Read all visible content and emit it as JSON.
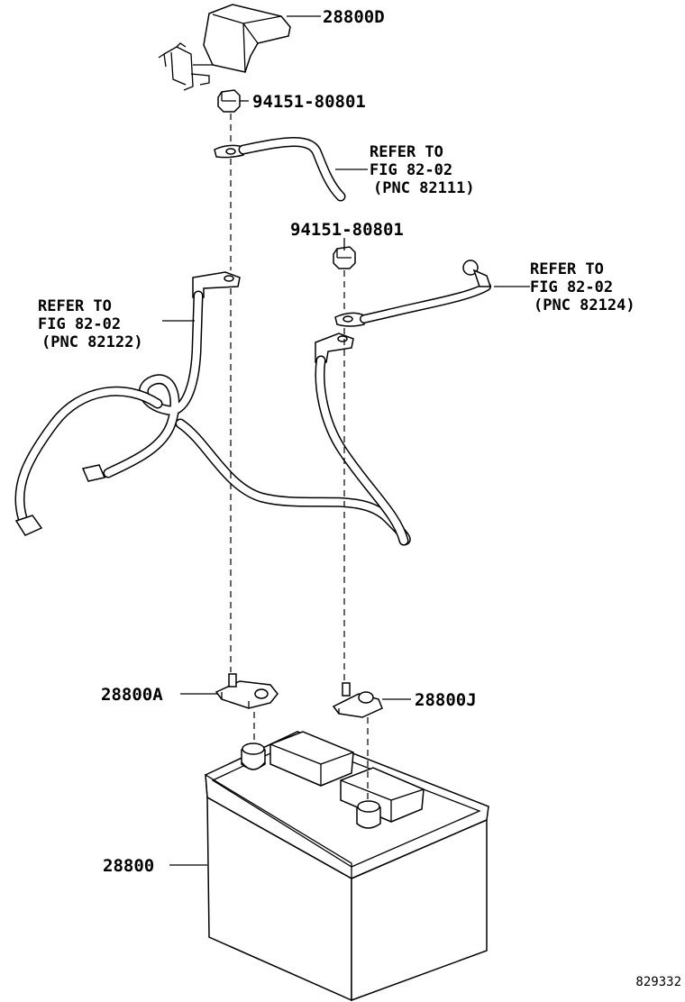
{
  "labels": {
    "cover": "28800D",
    "nut_top": "94151-80801",
    "nut_mid": "94151-80801",
    "terminal_a": "28800A",
    "terminal_j": "28800J",
    "battery": "28800"
  },
  "refs": {
    "pnc_82111": [
      "REFER TO",
      "FIG 82-02",
      "(PNC 82111)"
    ],
    "pnc_82122": [
      "REFER TO",
      "FIG 82-02",
      "(PNC 82122)"
    ],
    "pnc_82124": [
      "REFER TO",
      "FIG 82-02",
      "(PNC 82124)"
    ]
  },
  "figure_code": "829332"
}
